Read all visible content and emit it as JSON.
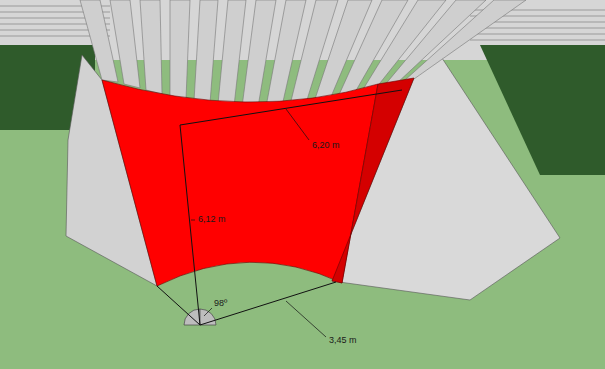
{
  "diagram": {
    "labels": [
      "6,20 m",
      "6,12 m",
      "98º",
      "3,45 m"
    ]
  }
}
